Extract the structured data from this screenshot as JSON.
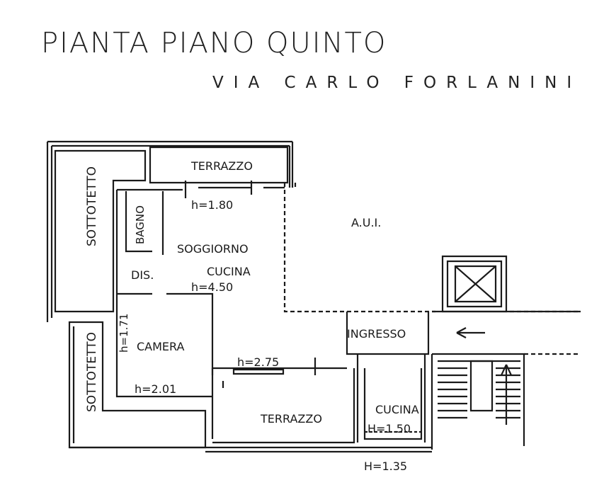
{
  "header": {
    "title": "PIANTA PIANO QUINTO",
    "subtitle": "VIA CARLO FORLANINI"
  },
  "rooms": {
    "sottotetto_top": "SOTTOTETTO",
    "sottotetto_bottom": "SOTTOTETTO",
    "terrazzo_top": "TERRAZZO",
    "bagno": "BAGNO",
    "soggiorno": "SOGGIORNO",
    "dis": "DIS.",
    "cucina_main": "CUCINA",
    "camera": "CAMERA",
    "terrazzo_bottom": "TERRAZZO",
    "cucina_small": "CUCINA",
    "ingresso": "INGRESSO",
    "aui": "A.U.I."
  },
  "heights": {
    "terrazzo_top": "h=1.80",
    "cucina_main": "h=4.50",
    "camera_side": "h=1.71",
    "camera_bottom": "h=2.01",
    "terrazzo_bottom": "h=2.75",
    "cucina_small": "H=1.50",
    "bottom_edge": "H=1.35"
  },
  "colors": {
    "ink": "#1a1a1a",
    "paper": "#ffffff"
  }
}
